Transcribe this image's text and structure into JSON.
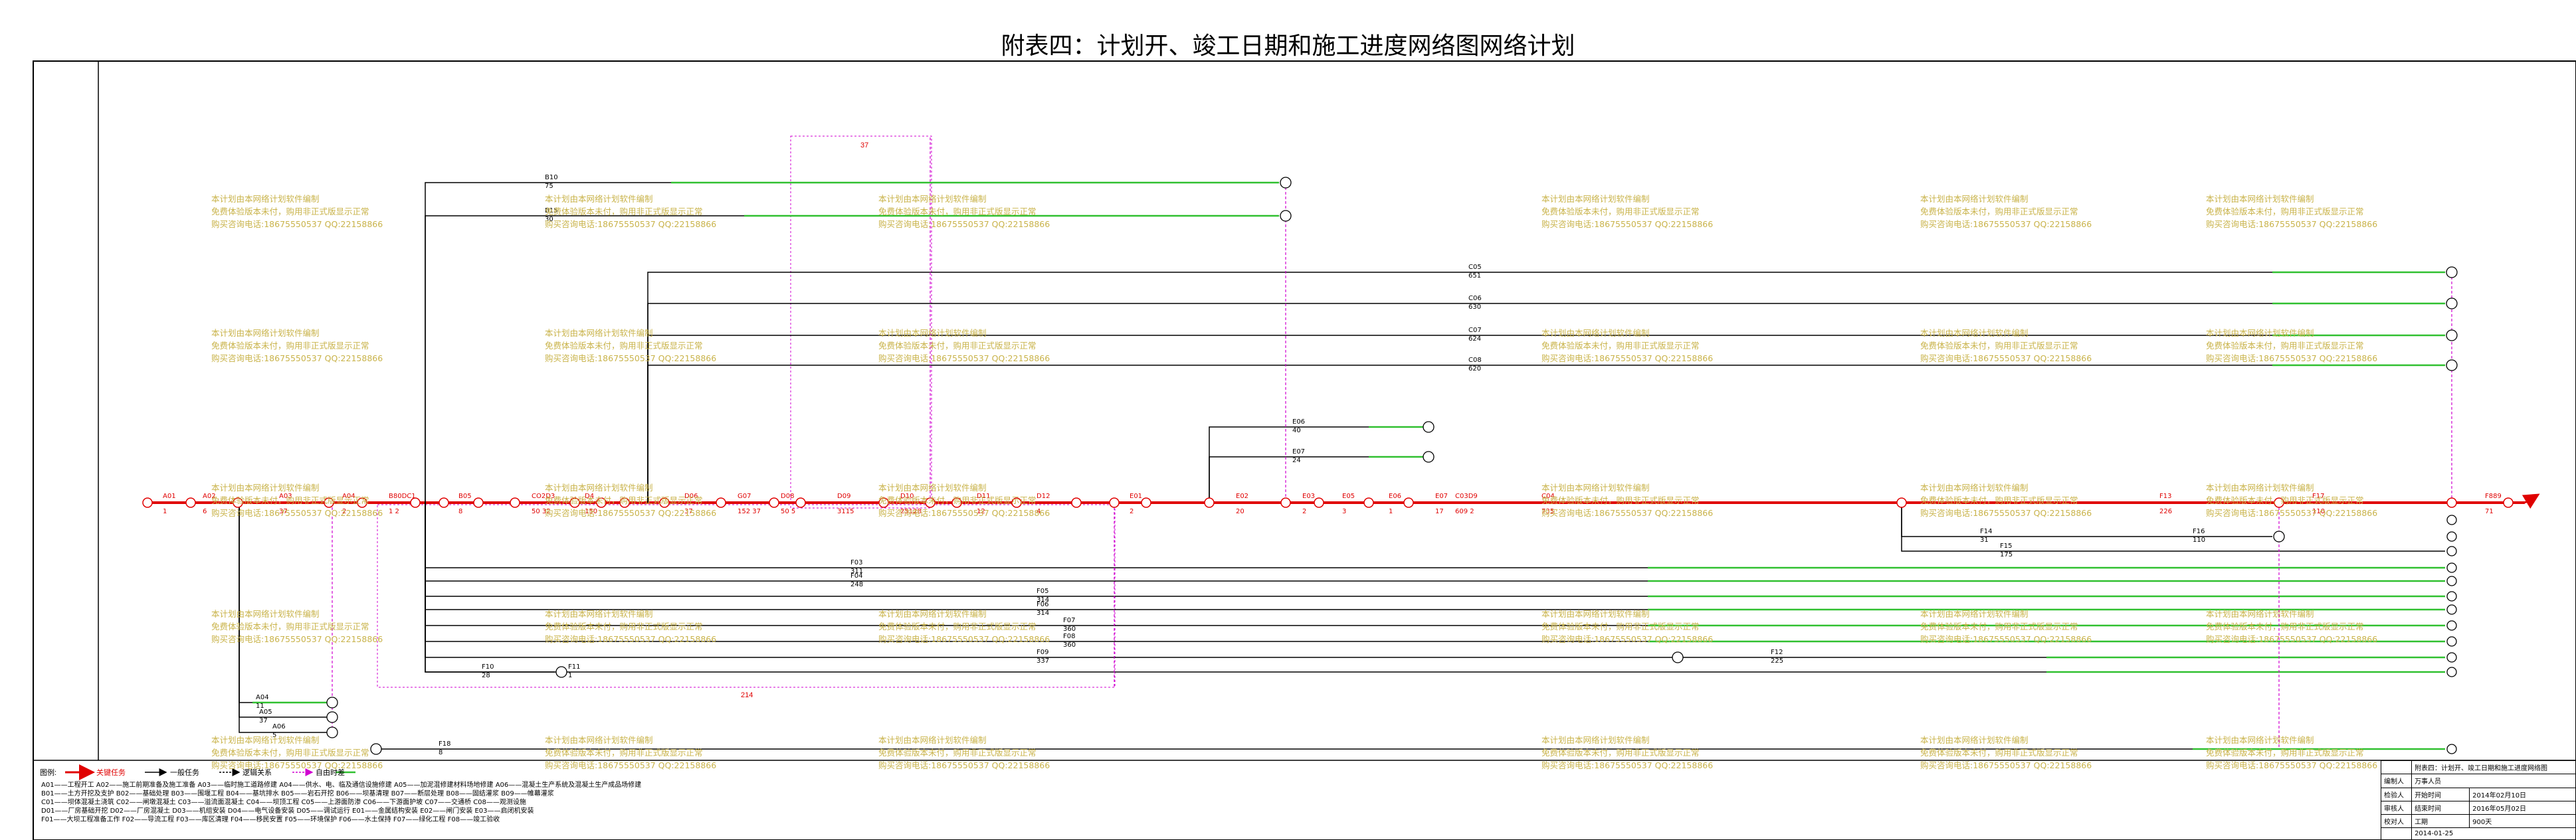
{
  "title": "附表四：计划开、竣工日期和施工进度网络图网络计划",
  "watermark": {
    "line1": "本计划由本网络计划软件编制",
    "line2": "免费体验版本未付，购用非正式版显示正常",
    "line3": "购买咨询电话:18675550537 QQ:22158866"
  },
  "legend": {
    "label": "图例:",
    "critical": "关键任务",
    "normal": "一般任务",
    "logic": "逻辑关系",
    "float": "自由时差"
  },
  "top_labels": {
    "top_float": "37",
    "bottom_float": "214"
  },
  "critical_path": [
    {
      "code": "A01",
      "dur": "1"
    },
    {
      "code": "A02",
      "dur": "6"
    },
    {
      "code": "A03",
      "dur": "37"
    },
    {
      "code": "A04",
      "dur": "2"
    },
    {
      "code": "B80DC1",
      "dur": "1 2"
    },
    {
      "code": "B05",
      "dur": "8"
    },
    {
      "code": "CO2D3",
      "dur": "50 32"
    },
    {
      "code": "D4",
      "dur": "150"
    },
    {
      "code": "D06",
      "dur": "37"
    },
    {
      "code": "G07",
      "dur": "152 37"
    },
    {
      "code": "D08",
      "dur": "50 5"
    },
    {
      "code": "D09",
      "dur": "3115"
    },
    {
      "code": "D10",
      "dur": "25128"
    },
    {
      "code": "D11",
      "dur": "12"
    },
    {
      "code": "D12",
      "dur": "4"
    },
    {
      "code": "E01",
      "dur": "2"
    },
    {
      "code": "E02",
      "dur": "20"
    },
    {
      "code": "E03",
      "dur": "2"
    },
    {
      "code": "E05",
      "dur": "3"
    },
    {
      "code": "E06",
      "dur": "1"
    },
    {
      "code": "E07",
      "dur": "17"
    },
    {
      "code": "C03D9",
      "dur": "609 2"
    },
    {
      "code": "C04",
      "dur": "735"
    },
    {
      "code": "F13",
      "dur": "226"
    },
    {
      "code": "F17",
      "dur": "110"
    },
    {
      "code": "F889",
      "dur": "71"
    }
  ],
  "branches": [
    {
      "code": "B10",
      "dur": "75"
    },
    {
      "code": "B15",
      "dur": "30"
    },
    {
      "code": "C05",
      "dur": "651"
    },
    {
      "code": "C06",
      "dur": "630"
    },
    {
      "code": "C07",
      "dur": "624"
    },
    {
      "code": "C08",
      "dur": "620"
    },
    {
      "code": "E06",
      "dur": "40"
    },
    {
      "code": "E07",
      "dur": "24"
    },
    {
      "code": "F14",
      "dur": "31"
    },
    {
      "code": "F15",
      "dur": "175"
    },
    {
      "code": "F16",
      "dur": "110"
    },
    {
      "code": "F03",
      "dur": "311"
    },
    {
      "code": "F04",
      "dur": "248"
    },
    {
      "code": "F05",
      "dur": "314"
    },
    {
      "code": "F06",
      "dur": "314"
    },
    {
      "code": "F07",
      "dur": "360"
    },
    {
      "code": "F08",
      "dur": "360"
    },
    {
      "code": "F09",
      "dur": "337"
    },
    {
      "code": "F10",
      "dur": "28"
    },
    {
      "code": "F11",
      "dur": "1"
    },
    {
      "code": "F12",
      "dur": "225"
    },
    {
      "code": "A04",
      "dur": "11"
    },
    {
      "code": "A05",
      "dur": "37"
    },
    {
      "code": "A06",
      "dur": "5"
    },
    {
      "code": "F18",
      "dur": "8"
    }
  ],
  "info_block": {
    "project": "附表四：计划开、竣工日期和施工进度网络图",
    "r1_label": "编制人",
    "r1_val": "万事人员",
    "r2_label": "检验人",
    "r2_val_a": "开始时间",
    "r2_val_b": "2014年02月10日",
    "r3_label": "审核人",
    "r3_val_a": "结束时间",
    "r3_val_b": "2016年05月02日",
    "r4_label": "校对人",
    "r4_val_a": "工期",
    "r4_val_b": "900天",
    "date": "2014-01-25"
  },
  "footer_notes": [
    "A01——工程开工  A02——施工前期准备及施工准备  A03——临时施工道路修建  A04——供水、电、临及通信设施修建  A05——加泥混修建材料场地修建  A06——混凝土生产系统及混凝土生产成品场修建",
    "B01——土方开挖及支护  B02——基础处理  B03——围堰工程  B04——基坑排水  B05——岩石开挖  B06——坝基清理  B07——断层处理  B08——固结灌浆  B09——帷幕灌浆",
    "C01——坝体混凝土浇筑  C02——闸墩混凝土  C03——溢流面混凝土  C04——坝顶工程  C05——上游面防渗  C06——下游面护坡  C07——交通桥  C08——观测设施",
    "D01——厂房基础开挖  D02——厂房混凝土  D03——机组安装  D04——电气设备安装  D05——调试运行  E01——金属结构安装  E02——闸门安装  E03——启闭机安装",
    "F01——大坝工程准备工作  F02——导流工程  F03——库区清理  F04——移民安置  F05——环境保护  F06——水土保持  F07——绿化工程  F08——竣工验收"
  ]
}
